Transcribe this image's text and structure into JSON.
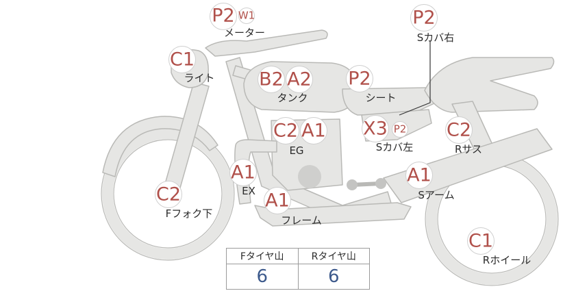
{
  "colors": {
    "bike_fill": "#e6e6e4",
    "bike_stroke": "#b9b9b6",
    "grade_text": "#b0504a",
    "label_text": "#2b2b2b",
    "tread_value": "#3d5a8c"
  },
  "parts": {
    "meter": {
      "label": "メーター",
      "grades": [
        "P2",
        "W1"
      ]
    },
    "light": {
      "label": "ライト",
      "grades": [
        "C1"
      ]
    },
    "tank": {
      "label": "タンク",
      "grades": [
        "B2",
        "A2"
      ]
    },
    "seat": {
      "label": "シート",
      "grades": [
        "P2"
      ]
    },
    "side_cover_r": {
      "label": "Sカバ右",
      "grades": [
        "P2"
      ]
    },
    "side_cover_l": {
      "label": "Sカバ左",
      "grades": [
        "X3",
        "P2"
      ]
    },
    "engine": {
      "label": "EG",
      "grades": [
        "C2",
        "A1"
      ]
    },
    "rear_shock": {
      "label": "Rサス",
      "grades": [
        "C2"
      ]
    },
    "exhaust": {
      "label": "EX",
      "grades": [
        "A1"
      ]
    },
    "front_fork": {
      "label": "Fフォク下",
      "grades": [
        "C2"
      ]
    },
    "frame": {
      "label": "フレーム",
      "grades": [
        "A1"
      ]
    },
    "swingarm": {
      "label": "Sアーム",
      "grades": [
        "A1"
      ]
    },
    "rear_wheel": {
      "label": "Rホイール",
      "grades": [
        "C1"
      ]
    }
  },
  "tread": {
    "front_header": "Fタイヤ山",
    "rear_header": "Rタイヤ山",
    "front_value": "6",
    "rear_value": "6"
  }
}
